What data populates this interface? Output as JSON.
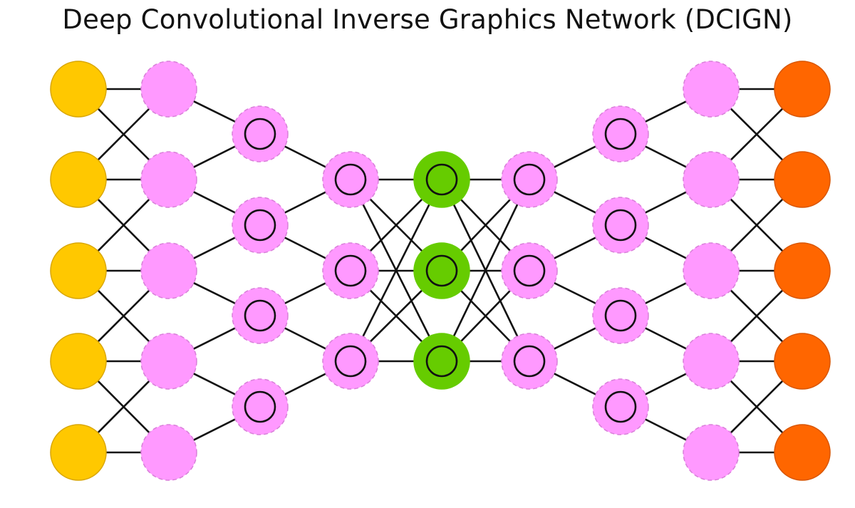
{
  "title": "Deep Convolutional Inverse Graphics Network (DCIGN)",
  "colors": {
    "input": "#ffc800",
    "input_border": "#d9a600",
    "hidden": "#ff99ff",
    "hidden_border": "#d97fd9",
    "probabilistic_hidden": "#66cc00",
    "output": "#ff6600",
    "output_border": "#d85500",
    "edge": "#111111",
    "ring": "#111111"
  },
  "layers": [
    {
      "name": "input",
      "node_type": "input",
      "count": 5,
      "ring": false
    },
    {
      "name": "hidden-1",
      "node_type": "hidden",
      "count": 5,
      "ring": false
    },
    {
      "name": "convolution-1",
      "node_type": "hidden",
      "count": 4,
      "ring": true
    },
    {
      "name": "convolution-2",
      "node_type": "hidden",
      "count": 3,
      "ring": true
    },
    {
      "name": "probabilistic",
      "node_type": "probabilistic_hidden",
      "count": 3,
      "ring": true
    },
    {
      "name": "deconvolution-1",
      "node_type": "hidden",
      "count": 3,
      "ring": true
    },
    {
      "name": "deconvolution-2",
      "node_type": "hidden",
      "count": 4,
      "ring": true
    },
    {
      "name": "hidden-2",
      "node_type": "hidden",
      "count": 5,
      "ring": false
    },
    {
      "name": "output",
      "node_type": "output",
      "count": 5,
      "ring": false
    }
  ],
  "connections": [
    {
      "from": 0,
      "to": 1,
      "pattern": "neighbors"
    },
    {
      "from": 1,
      "to": 2,
      "pattern": "window"
    },
    {
      "from": 2,
      "to": 3,
      "pattern": "window"
    },
    {
      "from": 3,
      "to": 4,
      "pattern": "full"
    },
    {
      "from": 4,
      "to": 5,
      "pattern": "full"
    },
    {
      "from": 5,
      "to": 6,
      "pattern": "window"
    },
    {
      "from": 6,
      "to": 7,
      "pattern": "window"
    },
    {
      "from": 7,
      "to": 8,
      "pattern": "neighbors"
    }
  ]
}
